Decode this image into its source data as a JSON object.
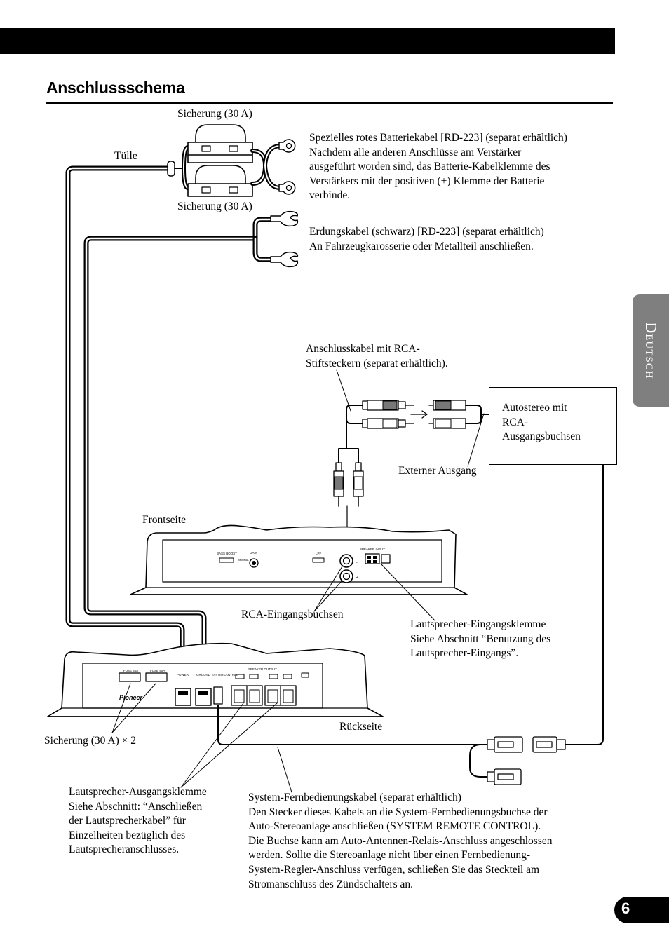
{
  "page": {
    "heading": "Anschlussschema",
    "language_tab": "Deutsch",
    "page_number": "6"
  },
  "labels": {
    "fuse_top": "Sicherung (30 A)",
    "fuse_bottom": "Sicherung (30 A)",
    "grommet": "Tülle",
    "battery_cable": [
      "Spezielles rotes Batteriekabel [RD-223] (separat erhältlich)",
      "Nachdem alle anderen Anschlüsse am Verstärker",
      "ausgeführt worden sind, das Batterie-Kabelklemme des",
      "Verstärkers mit der positiven (+) Klemme der Batterie",
      "verbinde."
    ],
    "ground_cable": [
      "Erdungskabel (schwarz) [RD-223] (separat erhältlich)",
      "An Fahrzeugkarosserie oder Metallteil anschließen."
    ],
    "rca_cable": [
      "Anschlusskabel mit RCA-",
      "Stiftsteckern (separat erhältlich)."
    ],
    "car_stereo": [
      "Autostereo mit",
      "RCA-",
      "Ausgangsbuchsen"
    ],
    "external_output": "Externer Ausgang",
    "front_side": "Frontseite",
    "rca_inputs": "RCA-Eingangsbuchsen",
    "speaker_input": [
      "Lautsprecher-Eingangsklemme",
      "Siehe Abschnitt “Benutzung des",
      "Lautsprecher-Eingangs”."
    ],
    "rear_side": "Rückseite",
    "fuse_x2": "Sicherung (30 A) × 2",
    "speaker_output": [
      "Lautsprecher-Ausgangsklemme",
      "Siehe Abschnitt: “Anschließen",
      "der Lautsprecherkabel” für",
      "Einzelheiten bezüglich des",
      "Lautsprecheranschlusses."
    ],
    "remote_cable": [
      "System-Fernbedienungskabel (separat erhältlich)",
      "Den Stecker dieses Kabels an die System-Fernbedienungsbuchse der",
      "Auto-Stereoanlage anschließen (SYSTEM REMOTE CONTROL).",
      "Die Buchse kann am Auto-Antennen-Relais-Anschluss angeschlossen",
      "werden. Sollte die Stereoanlage nicht über einen Fernbedienung-",
      "System-Regler-Anschluss verfügen, schließen Sie das Steckteil am",
      "Stromanschluss des Zündschalters an."
    ]
  },
  "amp_markings": {
    "front": {
      "bass_boost": "BASS BOOST",
      "gain": "GAIN",
      "lpf": "LPF",
      "speaker_input": "SPEAKER INPUT",
      "normal": "NORMAL",
      "rca_l": "L",
      "rca_r": "R"
    },
    "rear": {
      "fuse_1": "FUSE 40A",
      "fuse_2": "FUSE 40A",
      "power": "POWER",
      "ground": "GROUND",
      "system_control": "SYSTEM CONTROL",
      "speaker_output": "SPEAKER OUTPUT",
      "brand": "Pioneer"
    }
  }
}
